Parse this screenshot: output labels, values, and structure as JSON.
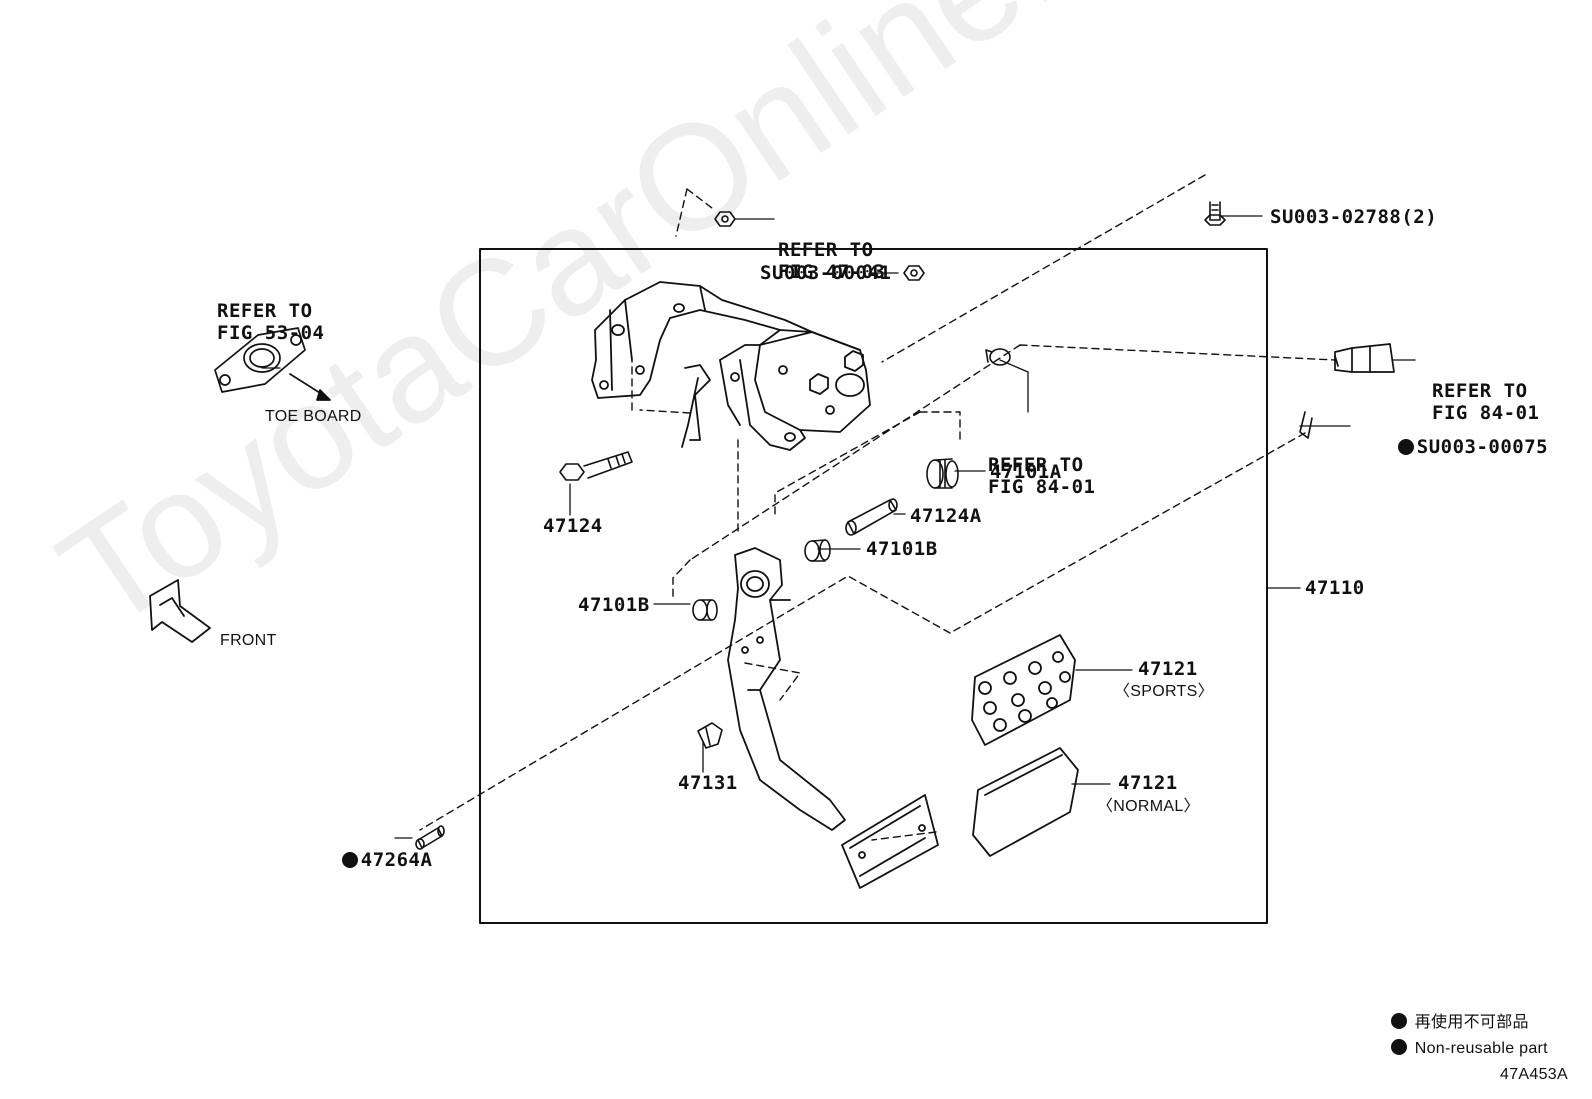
{
  "watermark": "ToyotaCarOnline.ru",
  "refs": {
    "fig_53_04": [
      "REFER TO",
      "FIG 53-04"
    ],
    "fig_47_03": [
      "REFER TO",
      "FIG 47-03"
    ],
    "fig_84_01_switch": [
      "REFER TO",
      "FIG 84-01"
    ],
    "fig_84_01_stop": [
      "REFER TO",
      "FIG 84-01"
    ]
  },
  "notes": {
    "toe_board": "TOE BOARD",
    "front": "FRONT"
  },
  "parts": {
    "su003_02788": "SU003-02788(2)",
    "su003_00041": "SU003-00041",
    "su003_00075": "SU003-00075",
    "p47101a": "47101A",
    "p47124a": "47124A",
    "p47101b_right": "47101B",
    "p47101b_left": "47101B",
    "p47124": "47124",
    "p47110": "47110",
    "p47121_sports": "47121",
    "p47121_sports_note": "〈SPORTS〉",
    "p47121_normal": "47121",
    "p47121_normal_note": "〈NORMAL〉",
    "p47131": "47131",
    "p47264a": "47264A"
  },
  "legend": {
    "jp": "再使用不可部品",
    "en": "Non-reusable part"
  },
  "diagram_id": "47A453A",
  "colors": {
    "line": "#111111",
    "watermark": "#eeeeee"
  }
}
